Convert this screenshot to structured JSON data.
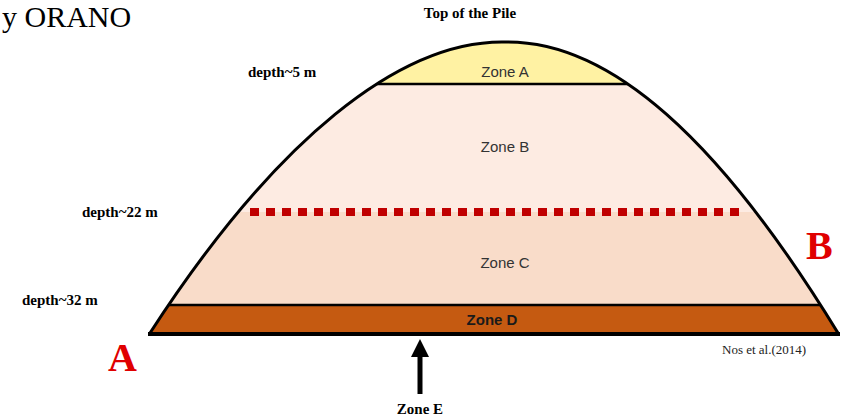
{
  "diagram": {
    "nodes": [
      {
        "text": [
          "Zone A"
        ]
      },
      {
        "text": [
          "Zone B"
        ]
      },
      {
        "text": [
          "Zone C"
        ]
      },
      {
        "text": [
          "Zone D"
        ]
      }
    ],
    "labels": [
      "y ORANO",
      "Top of the Pile",
      "depth~5 m",
      "depth~22 m",
      "depth~32 m",
      "B",
      "A",
      "Nos et al.(2014)",
      "Zone E"
    ]
  }
}
